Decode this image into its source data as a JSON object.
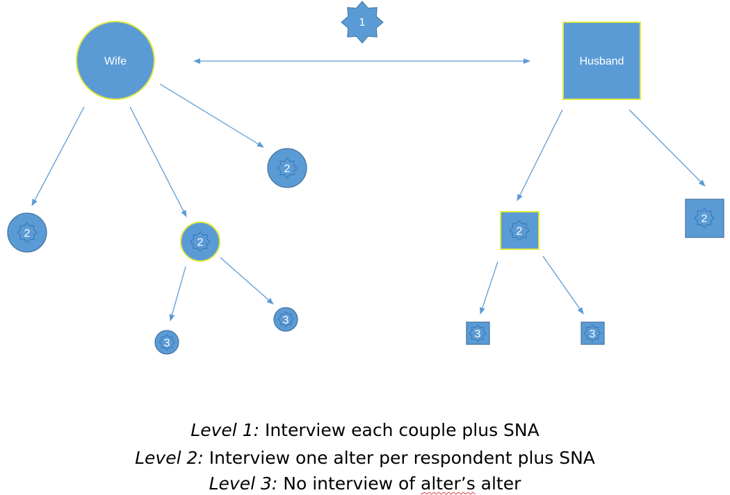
{
  "colors": {
    "node_fill": "#5b9bd5",
    "node_stroke": "#e3ea3c",
    "node_border": "#41719c",
    "arrow": "#5b9bd5",
    "text": "#000000"
  },
  "nodes": {
    "wife": "Wife",
    "husband": "Husband",
    "couple_level": "1",
    "wife_alter_left": "2",
    "wife_alter_mid": "2",
    "wife_alter_right": "2",
    "husband_alter_left": "2",
    "husband_alter_right": "2",
    "wife_alter_alter_left": "3",
    "wife_alter_alter_right": "3",
    "husband_alter_alter_left": "3",
    "husband_alter_alter_right": "3"
  },
  "legend": [
    {
      "level": "Level 1:",
      "text": " Interview each couple plus SNA"
    },
    {
      "level": "Level 2:",
      "text": " Interview one alter per respondent plus SNA"
    },
    {
      "level": "Level 3:",
      "text_before": " No interview of ",
      "text_marked": "alter’s",
      "text_after": " alter"
    }
  ]
}
